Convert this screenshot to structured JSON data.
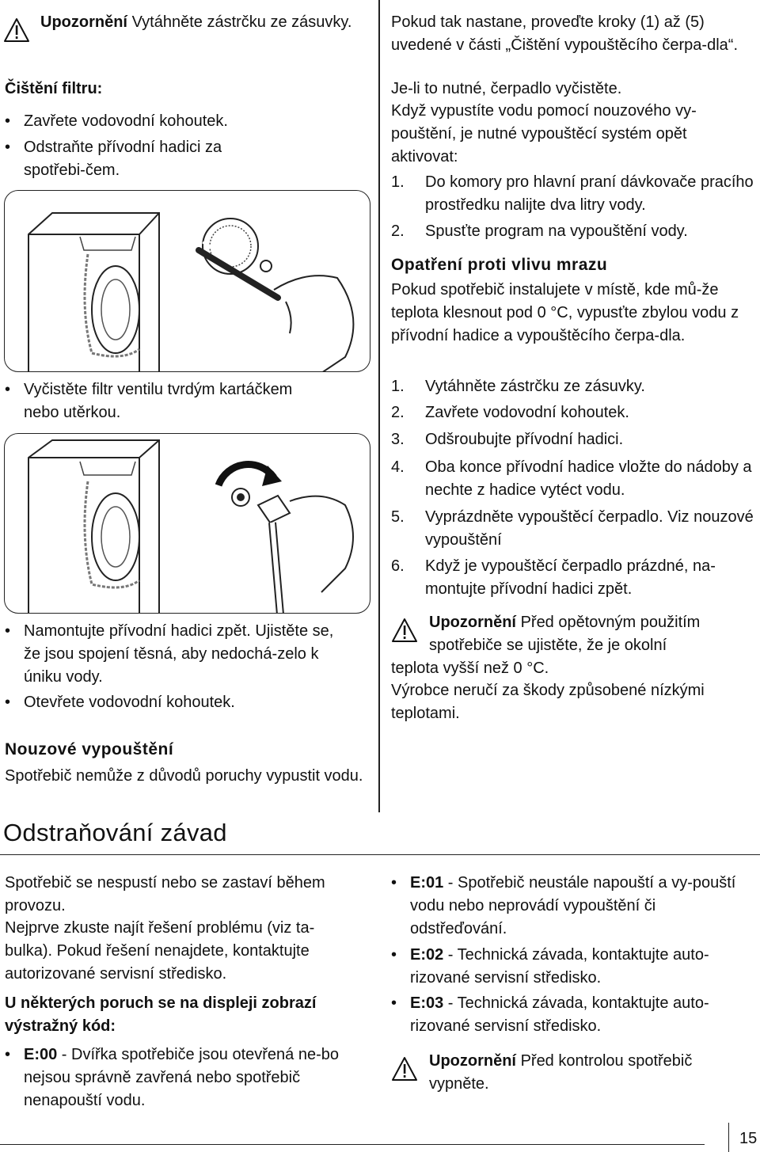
{
  "warning_label": "Upozornění",
  "left_top": {
    "warning_text": "Vytáhněte zástrčku ze zásuvky.",
    "filter_heading": "Čištění filtru:",
    "bullets_1": [
      "Zavřete vodovodní kohoutek.",
      "Odstraňte přívodní hadici za spotřebi-čem."
    ],
    "bullet_2": "Vyčistěte filtr ventilu tvrdým kartáčkem nebo utěrkou.",
    "bullets_3": [
      "Namontujte přívodní hadici zpět. Ujistěte se, že jsou spojení těsná, aby nedochá-zelo k úniku vody.",
      "Otevřete vodovodní kohoutek."
    ],
    "emergency_heading": "Nouzové vypouštění",
    "emergency_text": "Spotřebič nemůže z důvodů poruchy vypustit vodu."
  },
  "right_top": {
    "p1": "Pokud tak nastane, proveďte kroky (1) až (5) uvedené v části „Čištění vypouštěcího čerpa-dla“.",
    "p2": "Je-li to nutné, čerpadlo vyčistěte.",
    "p3": "Když vypustíte vodu pomocí nouzového vy-pouštění, je nutné vypouštěcí systém opět aktivovat:",
    "steps_1": [
      {
        "n": "1.",
        "text": "Do komory pro hlavní praní dávkovače pracího prostředku nalijte dva litry vody."
      },
      {
        "n": "2.",
        "text": "Spusťte program na vypouštění vody."
      }
    ],
    "frost_heading": "Opatření proti vlivu mrazu",
    "frost_text": "Pokud spotřebič instalujete v místě, kde mů-že teplota klesnout pod 0 °C, vypusťte zbylou vodu z přívodní hadice a vypouštěcího čerpa-dla.",
    "steps_2": [
      {
        "n": "1.",
        "text": "Vytáhněte zástrčku ze zásuvky."
      },
      {
        "n": "2.",
        "text": "Zavřete vodovodní kohoutek."
      },
      {
        "n": "3.",
        "text": "Odšroubujte přívodní hadici."
      },
      {
        "n": "4.",
        "text": "Oba konce přívodní hadice vložte do nádoby a nechte z hadice vytéct vodu."
      },
      {
        "n": "5.",
        "text": "Vyprázdněte vypouštěcí čerpadlo. Viz nouzové vypouštění"
      },
      {
        "n": "6.",
        "text": "Když je vypouštěcí čerpadlo prázdné, na-montujte přívodní hadici zpět."
      }
    ],
    "warning_text_a": "Před opětovným použitím",
    "warning_text_b": "spotřebiče se ujistěte, že je okolní",
    "warning_text_c": "teplota vyšší než 0 °C.",
    "disclaimer": "Výrobce neručí za škody způsobené nízkými teplotami."
  },
  "section_title": "Odstraňování závad",
  "bottom_left": {
    "p1": "Spotřebič se nespustí nebo se zastaví během provozu.",
    "p2": "Nejprve zkuste najít řešení problému (viz ta-bulka). Pokud řešení nenajdete, kontaktujte autorizované servisní středisko.",
    "code_heading": "U některých poruch se na displeji zobrazí výstražný kód:",
    "e00_code": "E:00",
    "e00_text": " - Dvířka spotřebiče jsou otevřená ne-bo nejsou správně zavřená nebo spotřebič nenapouští vodu."
  },
  "bottom_right": {
    "e01_code": "E:01",
    "e01_text": " - Spotřebič neustále napouští a vy-pouští vodu nebo neprovádí vypouštění či odstřeďování.",
    "e02_code": "E:02",
    "e02_text": " - Technická závada, kontaktujte auto-rizované servisní středisko.",
    "e03_code": "E:03",
    "e03_text": " - Technická závada, kontaktujte auto-rizované servisní středisko.",
    "warning_text": "Před kontrolou spotřebič vypněte."
  },
  "page_number": "15"
}
